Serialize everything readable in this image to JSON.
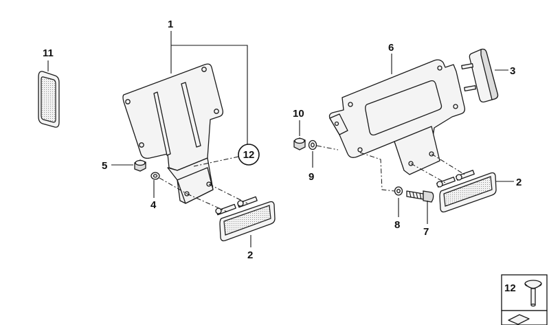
{
  "callouts": {
    "c1": "1",
    "c2a": "2",
    "c2b": "2",
    "c3": "3",
    "c4": "4",
    "c5": "5",
    "c6": "6",
    "c7": "7",
    "c8": "8",
    "c9": "9",
    "c10": "10",
    "c11": "11",
    "c12_circle": "12",
    "c12_box": "12"
  }
}
